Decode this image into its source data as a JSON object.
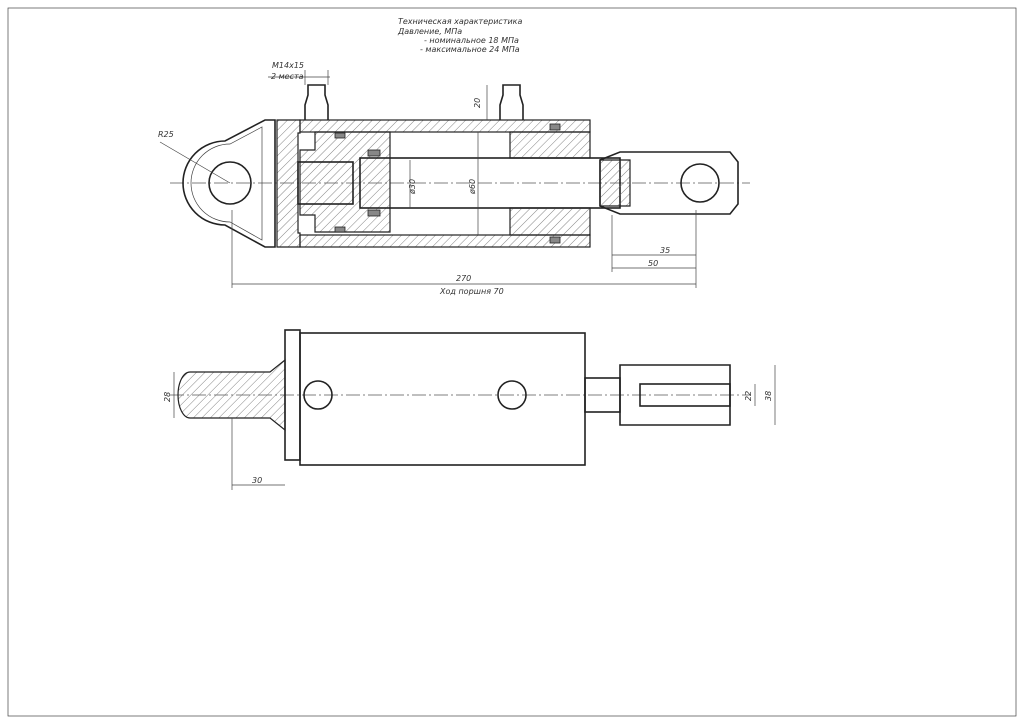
{
  "spec": {
    "title": "Техническая характеристика",
    "pressure": "Давление, МПа",
    "nominal": "- номинальное   18 МПа",
    "maximum": "- максимальное  24 МПа"
  },
  "dims": {
    "thread": "M14x15",
    "thread_count": "2 места",
    "radius": "R25",
    "rod_dia": "ø30",
    "bore_dia": "ø60",
    "port_height": "20",
    "total_length": "270",
    "stroke": "Ход поршня 70",
    "clevis_35": "35",
    "clevis_50": "50",
    "eye_width": "28",
    "eye_offset": "30",
    "slot_width": "22",
    "clevis_width": "38"
  }
}
